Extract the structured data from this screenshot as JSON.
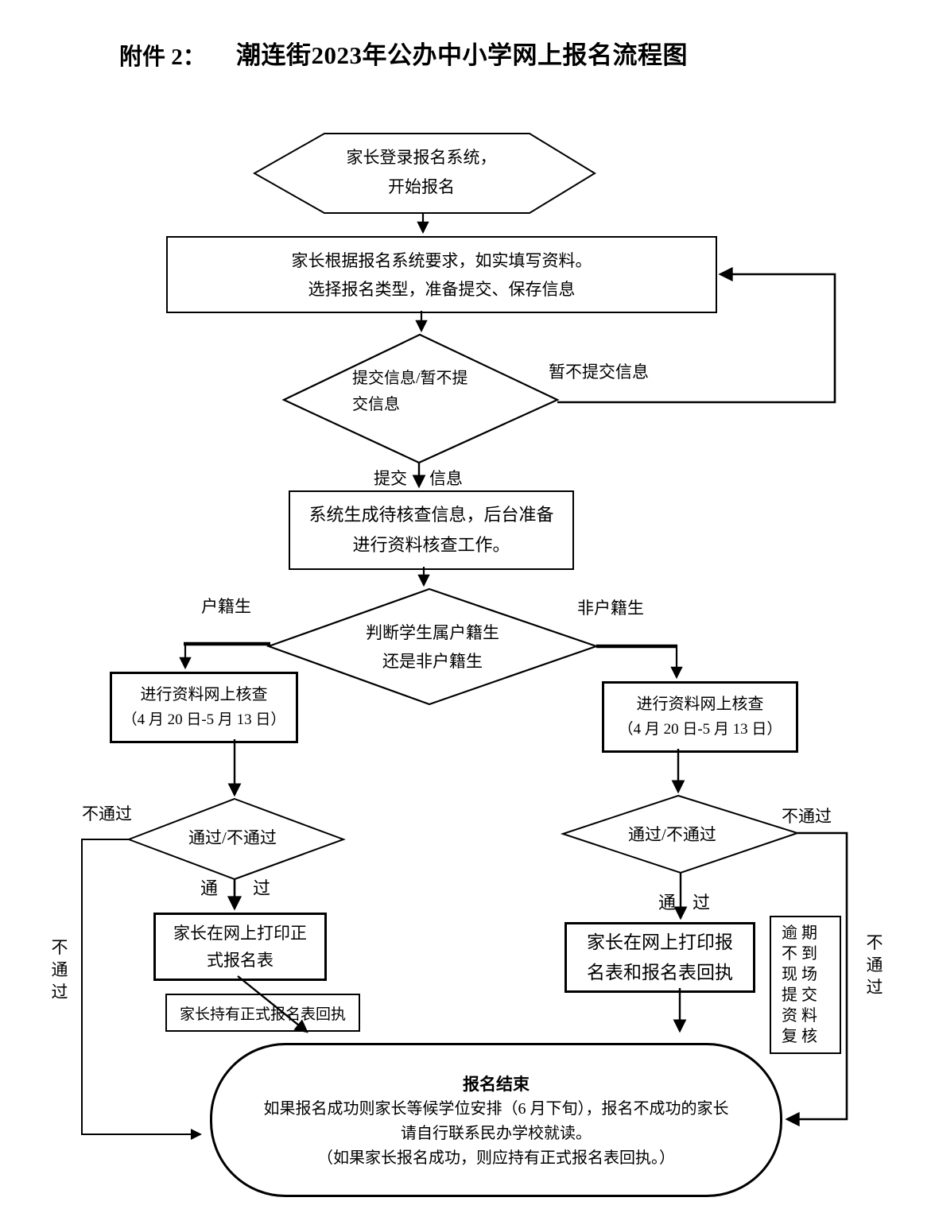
{
  "header": {
    "attachment": "附件 2：",
    "title": "潮连街2023年公办中小学网上报名流程图"
  },
  "nodes": {
    "start": {
      "line1": "家长登录报名系统，",
      "line2": "开始报名"
    },
    "fill": {
      "line1": "家长根据报名系统要求，如实填写资料。",
      "line2": "选择报名类型，准备提交、保存信息"
    },
    "submitDecision": {
      "line1": "提交信息/暂不提",
      "line2": "交信息"
    },
    "generate": {
      "line1": "系统生成待核查信息，后台准备",
      "line2": "进行资料核查工作。"
    },
    "residency": {
      "line1": "判断学生属户籍生",
      "line2": "还是非户籍生"
    },
    "reviewLeft": {
      "line1": "进行资料网上核查",
      "line2": "（4 月 20 日-5 月 13 日）"
    },
    "reviewRight": {
      "line1": "进行资料网上核查",
      "line2": "（4 月 20 日-5 月 13 日）"
    },
    "passLeft": {
      "label": "通过/不通过"
    },
    "passRight": {
      "label": "通过/不通过"
    },
    "printLeft": {
      "line1": "家长在网上打印正",
      "line2": "式报名表"
    },
    "receipt": {
      "label": "家长持有正式报名表回执"
    },
    "printRight": {
      "line1": "家长在网上打印报",
      "line2": "名表和报名表回执"
    },
    "overdue": {
      "lines": [
        "逾 期",
        "不 到",
        "现 场",
        "提 交",
        "资 料",
        "复 核"
      ]
    },
    "end": {
      "title": "报名结束",
      "line1": "如果报名成功则家长等候学位安排（6 月下旬），报名不成功的家长",
      "line2": "请自行联系民办学校就读。",
      "line3": "（如果家长报名成功，则应持有正式报名表回执。）"
    }
  },
  "labels": {
    "notSubmit": "暂不提交信息",
    "submit1": "提交",
    "submit2": "信息",
    "resident": "户籍生",
    "nonResident": "非户籍生",
    "failLeft": "不通过",
    "failRight": "不通过",
    "passL1": "通",
    "passL2": "过",
    "passR1": "通",
    "passR2": "过",
    "failLeftV": [
      "不",
      "通",
      "过"
    ],
    "failRightV": [
      "不",
      "通",
      "过"
    ]
  },
  "colors": {
    "ink": "#000000",
    "paper": "#ffffff"
  }
}
